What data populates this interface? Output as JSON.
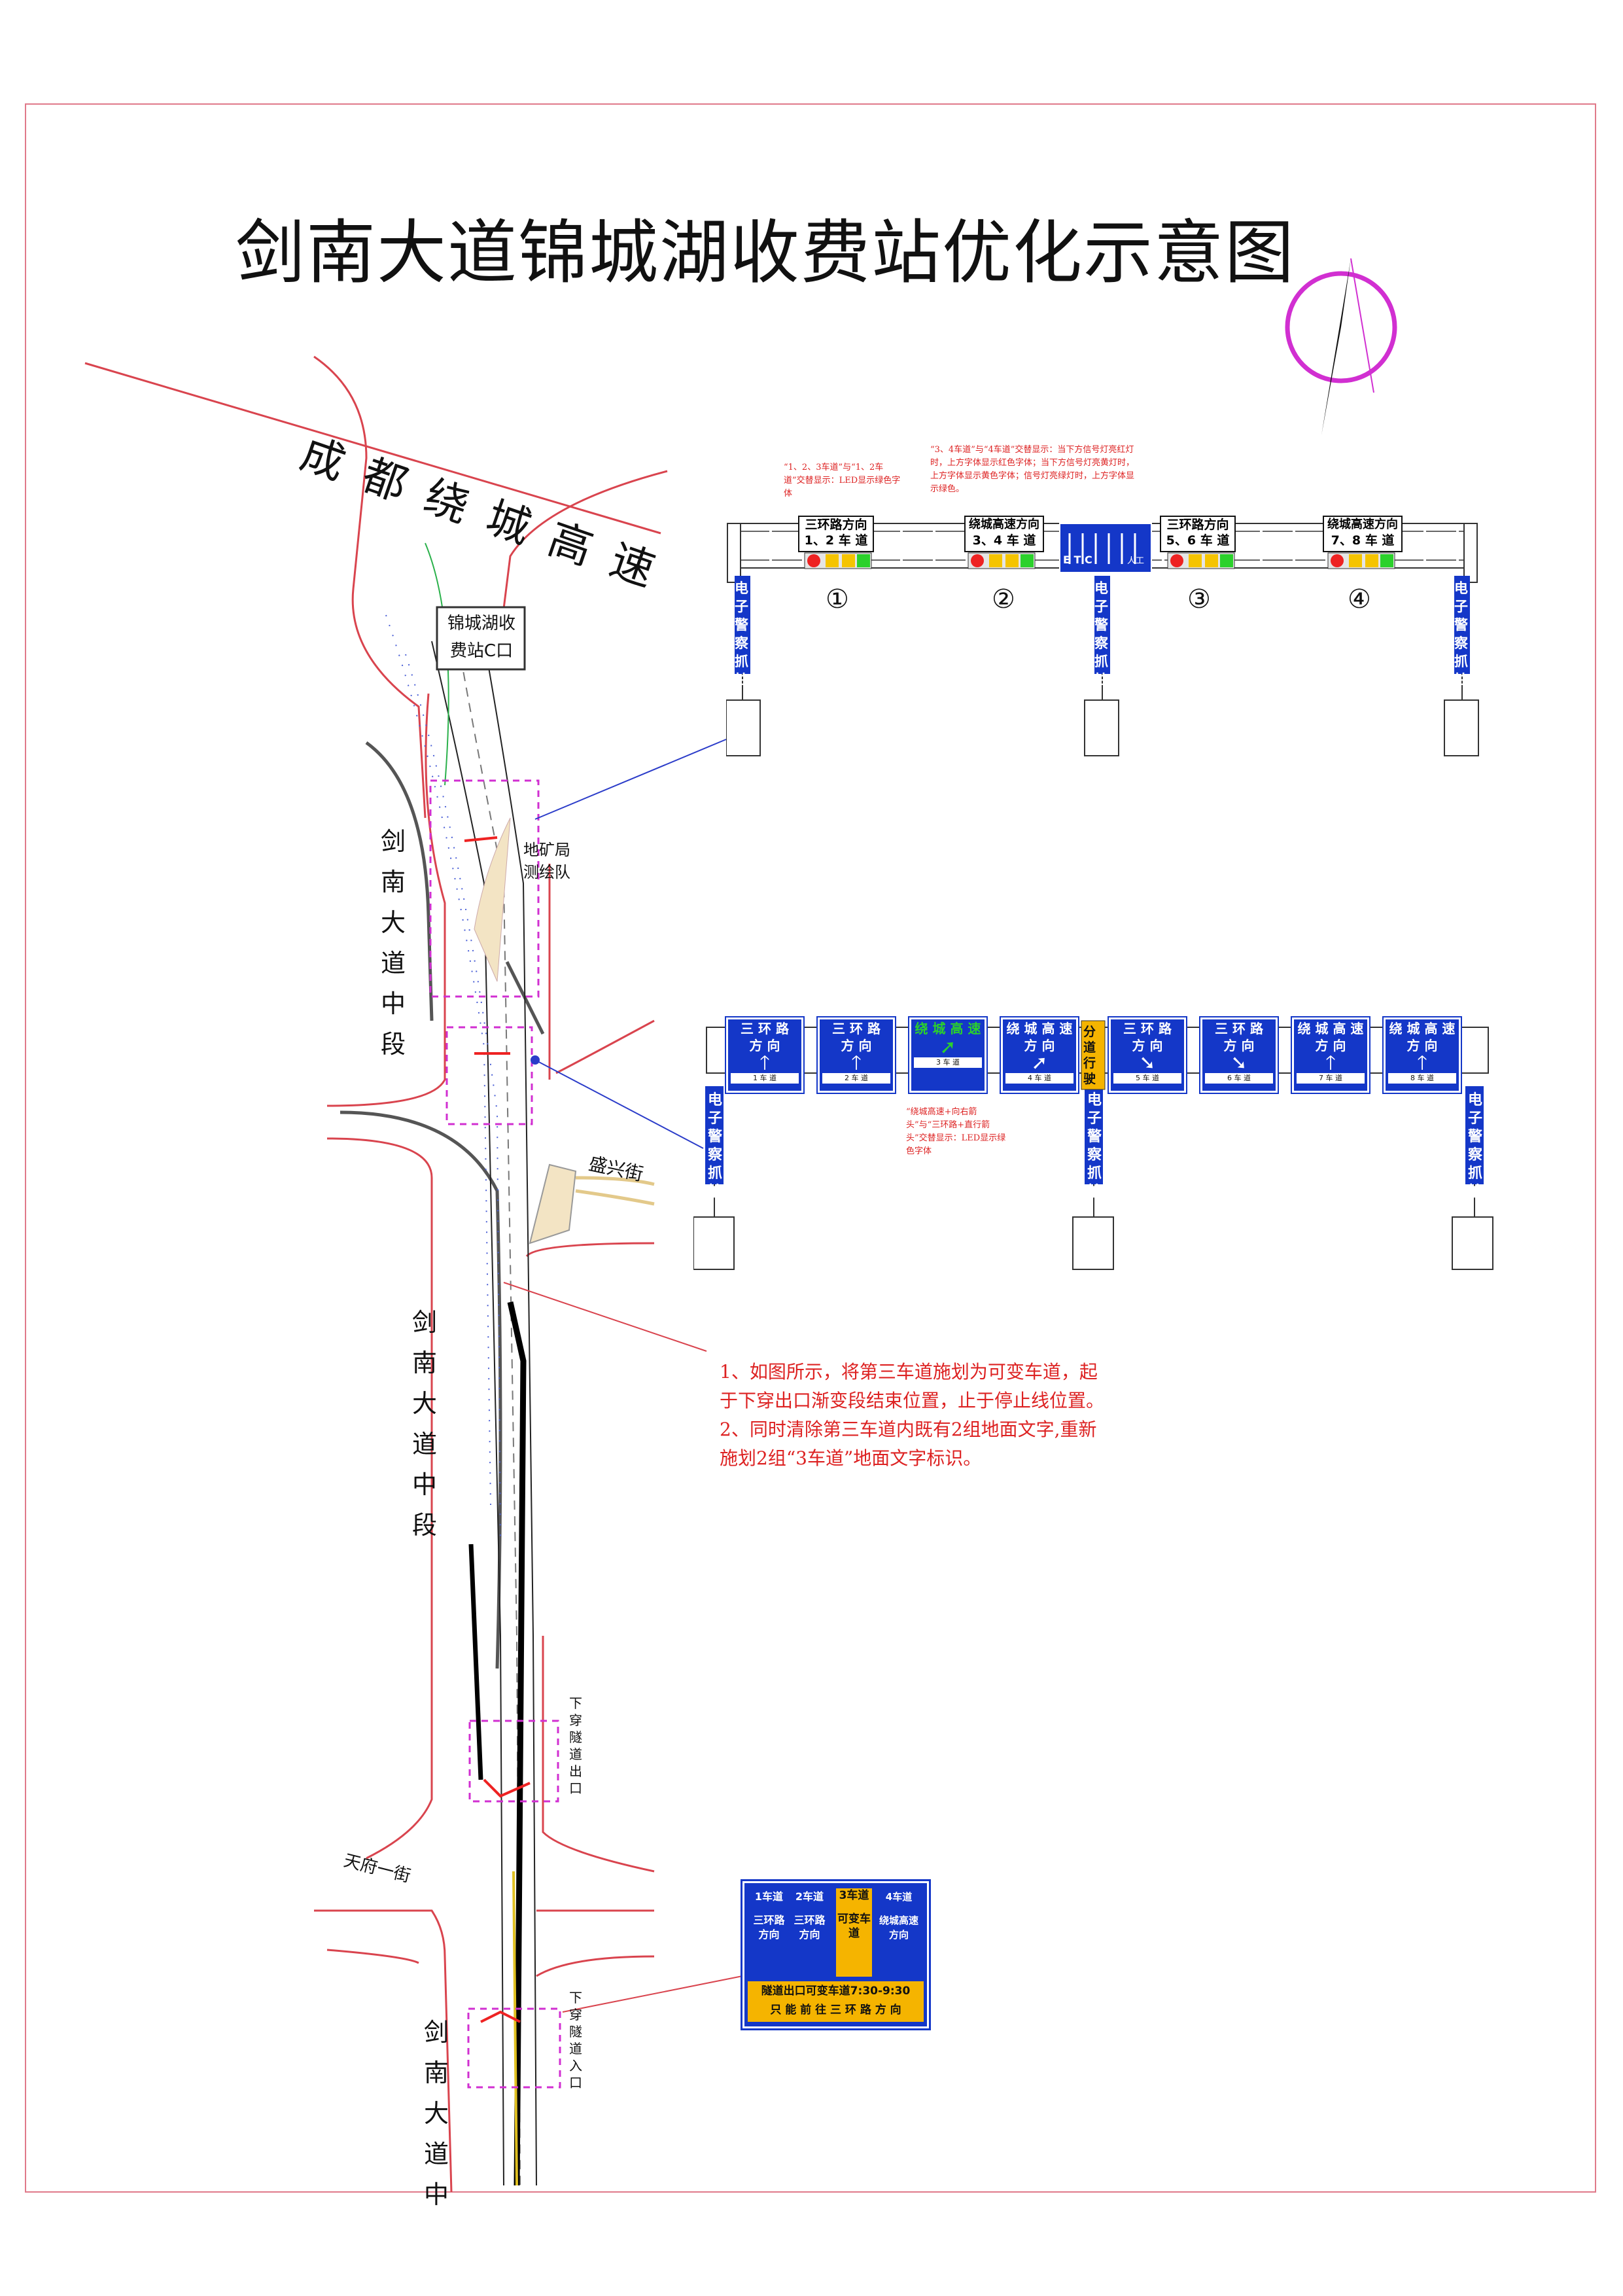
{
  "title": "剑南大道锦城湖收费站优化示意图",
  "roads": {
    "highway": "成都绕城高速",
    "station": "锦城湖收费站C口",
    "survey": "地矿局测绘队",
    "jiannan": "剑南大道中段",
    "jiannan2": "剑南大道中",
    "shengxing": "盛兴街",
    "tianfu": "天府一街",
    "tunnel_exit": "下穿隧道出口",
    "tunnel_entry": "下穿隧道入口"
  },
  "gantry1": {
    "note_a": "“1、2、3车道”与“1、2车道”交替显示：LED显示绿色字体",
    "note_b": "“3、4车道”与“4车道”交替显示：当下方信号灯亮红灯时，上方字体显示红色字体；当下方信号灯亮黄灯时，上方字体显示黄色字体；信号灯亮绿灯时，上方字体显示绿色。",
    "signs": [
      {
        "dir": "三环路方向",
        "lanes": "1、2 车 道"
      },
      {
        "dir": "绕城高速方向",
        "lanes": "3、4 车 道"
      },
      {
        "dir": "三环路方向",
        "lanes": "5、6 车 道"
      },
      {
        "dir": "绕城高速方向",
        "lanes": "7、8 车 道"
      }
    ],
    "nums": [
      "①",
      "②",
      "③",
      "④"
    ],
    "etc": "E T C",
    "manual": "人工",
    "camera": "电子警察抓拍"
  },
  "gantry2": {
    "signs": [
      {
        "dir1": "三 环 路",
        "dir2": "方 向",
        "lane": "1 车 道"
      },
      {
        "dir1": "三 环 路",
        "dir2": "方 向",
        "lane": "2 车 道"
      },
      {
        "dir1": "绕 城 高 速",
        "dir2": "",
        "lane": "3 车 道"
      },
      {
        "dir1": "绕 城 高 速",
        "dir2": "方 向",
        "lane": "4 车 道"
      },
      {
        "dir1": "三 环 路",
        "dir2": "方 向",
        "lane": "5 车 道"
      },
      {
        "dir1": "三 环 路",
        "dir2": "方 向",
        "lane": "6 车 道"
      },
      {
        "dir1": "绕 城 高 速",
        "dir2": "方 向",
        "lane": "7 车 道"
      },
      {
        "dir1": "绕 城 高 速",
        "dir2": "方 向",
        "lane": "8 车 道"
      }
    ],
    "divider": "分道行驶",
    "note": "“绕城高速+向右箭头”与“三环路+直行箭头”交替显示：LED显示绿色字体",
    "camera": "电子警察抓拍"
  },
  "instructions": [
    "1、如图所示，将第三车道施划为可变车道，起",
    "于下穿出口渐变段结束位置，止于停止线位置。",
    "2、同时清除第三车道内既有2组地面文字,重新",
    "施划2组“3车道”地面文字标识。"
  ],
  "bottom_sign": {
    "lanes": [
      {
        "num": "1车道",
        "dir": "三环路方向"
      },
      {
        "num": "2车道",
        "dir": "三环路方向"
      },
      {
        "num": "3车道",
        "dir": "可变车道"
      },
      {
        "num": "4车道",
        "dir": "绕城高速方向"
      }
    ],
    "line1": "隧道出口可变车道7:30-9:30",
    "line2": "只 能 前 往 三 环 路 方 向"
  },
  "colors": {
    "sign_blue": "#1437c8",
    "road_red": "#d9444e",
    "leader_blue": "#2b3cc9",
    "compass_magenta": "#d12fd1",
    "variable_yellow": "#f5b400",
    "led_green": "#2bd12b"
  }
}
